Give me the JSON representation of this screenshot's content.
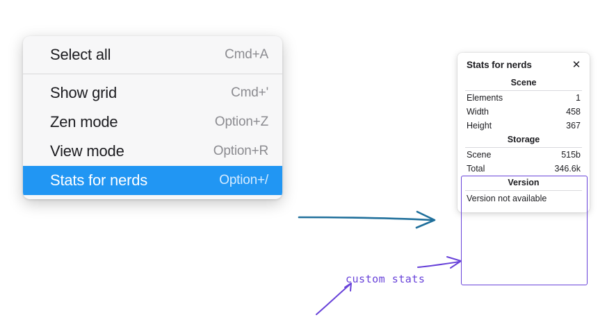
{
  "menu": {
    "groups": [
      {
        "items": [
          {
            "label": "Select all",
            "shortcut": "Cmd+A",
            "selected": false
          }
        ]
      },
      {
        "items": [
          {
            "label": "Show grid",
            "shortcut": "Cmd+'",
            "selected": false
          },
          {
            "label": "Zen mode",
            "shortcut": "Option+Z",
            "selected": false
          },
          {
            "label": "View mode",
            "shortcut": "Option+R",
            "selected": false
          },
          {
            "label": "Stats for nerds",
            "shortcut": "Option+/",
            "selected": true
          }
        ]
      }
    ]
  },
  "stats": {
    "title": "Stats for nerds",
    "close_icon": "close-icon",
    "sections": [
      {
        "heading": "Scene",
        "rows": [
          {
            "key": "Elements",
            "value": "1"
          },
          {
            "key": "Width",
            "value": "458"
          },
          {
            "key": "Height",
            "value": "367"
          }
        ]
      },
      {
        "heading": "Storage",
        "rows": [
          {
            "key": "Scene",
            "value": "515b"
          },
          {
            "key": "Total",
            "value": "346.6k"
          }
        ]
      },
      {
        "heading": "Version",
        "note": "Version not available"
      }
    ]
  },
  "annotations": {
    "label": "custom stats",
    "arrow_color": "#1f6f9b",
    "custom_color": "#6741d9"
  }
}
